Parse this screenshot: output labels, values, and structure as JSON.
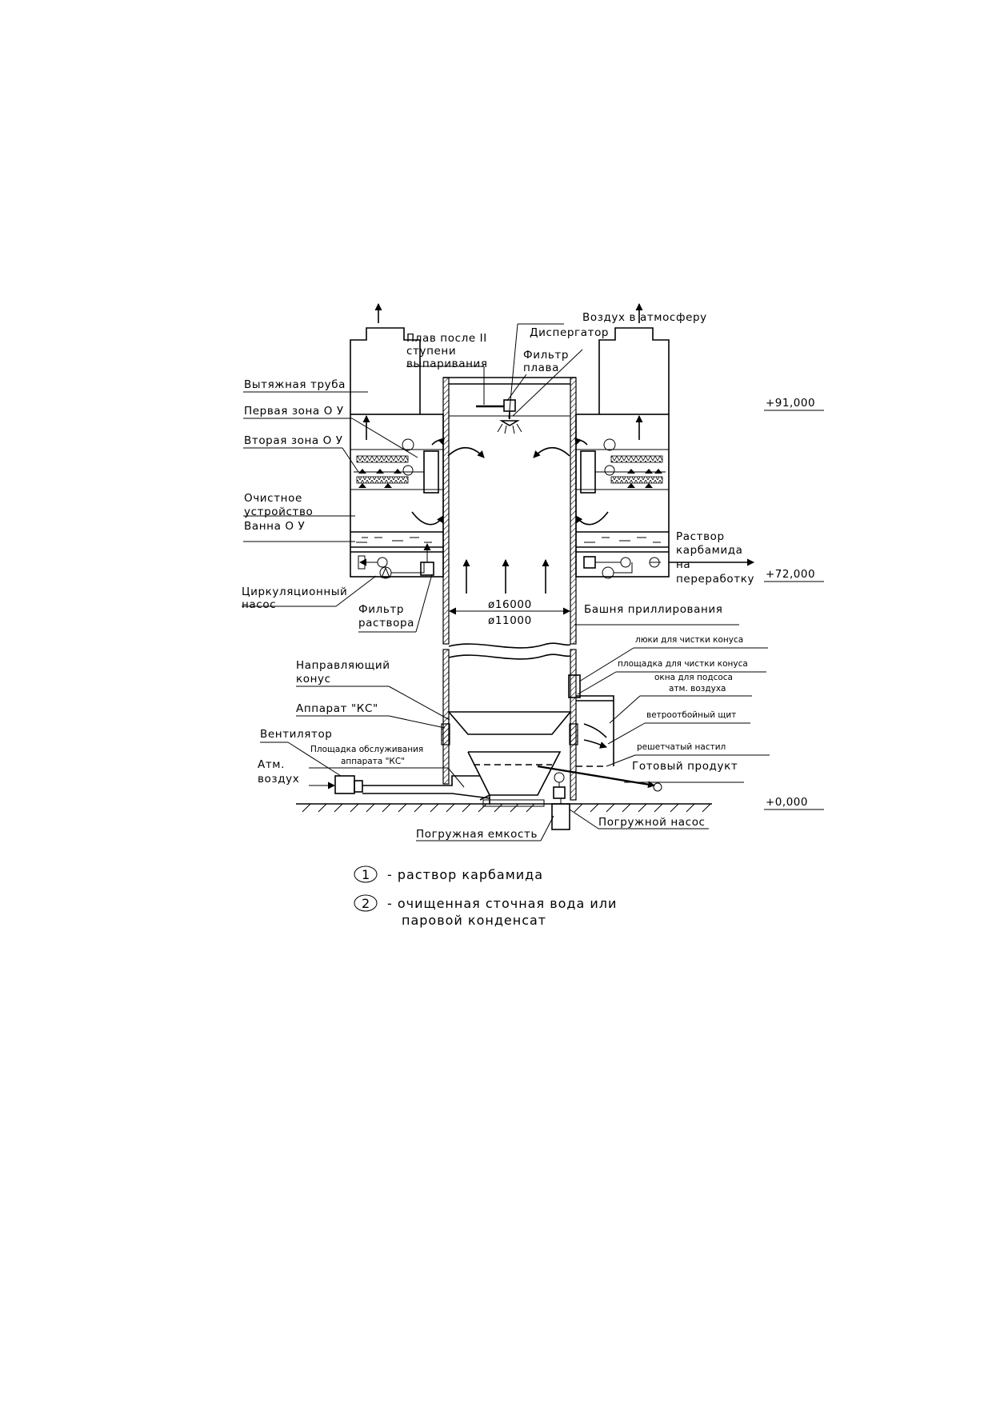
{
  "labels": {
    "air_to_atmosphere": "Воздух в атмосферу",
    "melt_after_1": "Плав после II",
    "melt_after_2": "ступени",
    "melt_after_3": "выпаривания",
    "dispersator": "Диспергатор",
    "melt_filter_1": "Фильтр",
    "melt_filter_2": "плава",
    "exhaust_pipe": "Вытяжная труба",
    "first_zone": "Первая зона О У",
    "second_zone": "Вторая зона О У",
    "cleaning_1": "Очистное",
    "cleaning_2": "устройство",
    "bath": "Ванна О У",
    "circ_pump_1": "Циркуляционный",
    "circ_pump_2": "насос",
    "solution_filter_1": "Фильтр",
    "solution_filter_2": "раствора",
    "urea_solution_1": "Раствор",
    "urea_solution_2": "карбамида",
    "urea_solution_3": "на",
    "urea_solution_4": "переработку",
    "dia_outer": "ø16000",
    "dia_inner": "ø11000",
    "prilling_tower": "Башня приллирования",
    "hatches": "люки для чистки конуса",
    "cone_platform": "площадка для чистки конуса",
    "windows_1": "окна для подсоса",
    "windows_2": "атм. воздуха",
    "wind_shield": "ветроотбойный щит",
    "grating": "решетчатый настил",
    "finished_product": "Готовый продукт",
    "guide_cone_1": "Направляющий",
    "guide_cone_2": "конус",
    "ks_apparatus": "Аппарат \"КС\"",
    "fan": "Вентилятор",
    "ks_platform_1": "Площадка обслуживания",
    "ks_platform_2": "аппарата \"КС\"",
    "atm_air_1": "Атм.",
    "atm_air_2": "воздух",
    "submersible_tank": "Погружная емкость",
    "submersible_pump": "Погружной насос"
  },
  "elevations": {
    "e91": "+91,000",
    "e72": "+72,000",
    "e0": "+0,000"
  },
  "legend": [
    {
      "num": "1",
      "text": "-   раствор карбамида",
      "text2": ""
    },
    {
      "num": "2",
      "text": "-   очищенная сточная вода или",
      "text2": "паровой конденсат"
    }
  ]
}
